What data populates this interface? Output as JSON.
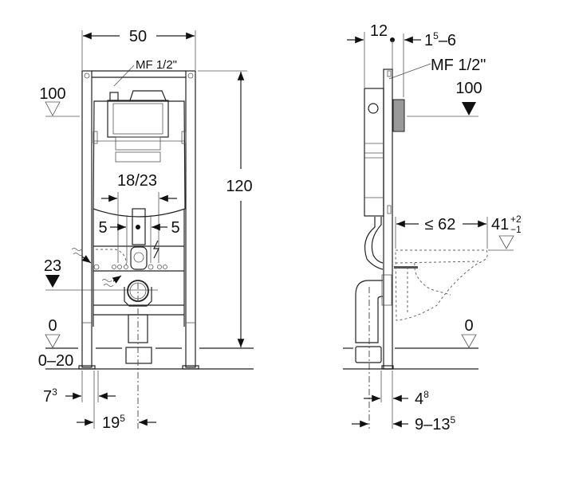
{
  "front_view": {
    "width": "50",
    "connection": "MF 1/2\"",
    "height": "120",
    "level_100": "100",
    "level_23": "23",
    "level_0": "0",
    "floor_range": "0–20",
    "flush_spacing": "18/23",
    "offset_left": "5",
    "offset_right": "5",
    "leg_offset_base": "7",
    "leg_offset_sup": "3",
    "center_offset_base": "19",
    "center_offset_sup": "5"
  },
  "side_view": {
    "depth": "12",
    "wall_gap_base": "1",
    "wall_gap_sup": "5",
    "wall_gap_rest": "–6",
    "connection": "MF 1/2\"",
    "level_100": "100",
    "bowl_projection": "≤ 62",
    "seat_height": "41",
    "seat_tol_plus": "+2",
    "seat_tol_minus": "−1",
    "level_0": "0",
    "pipe_offset_base": "4",
    "pipe_offset_sup": "8",
    "outlet_range_base": "9–13",
    "outlet_range_sup": "5"
  }
}
